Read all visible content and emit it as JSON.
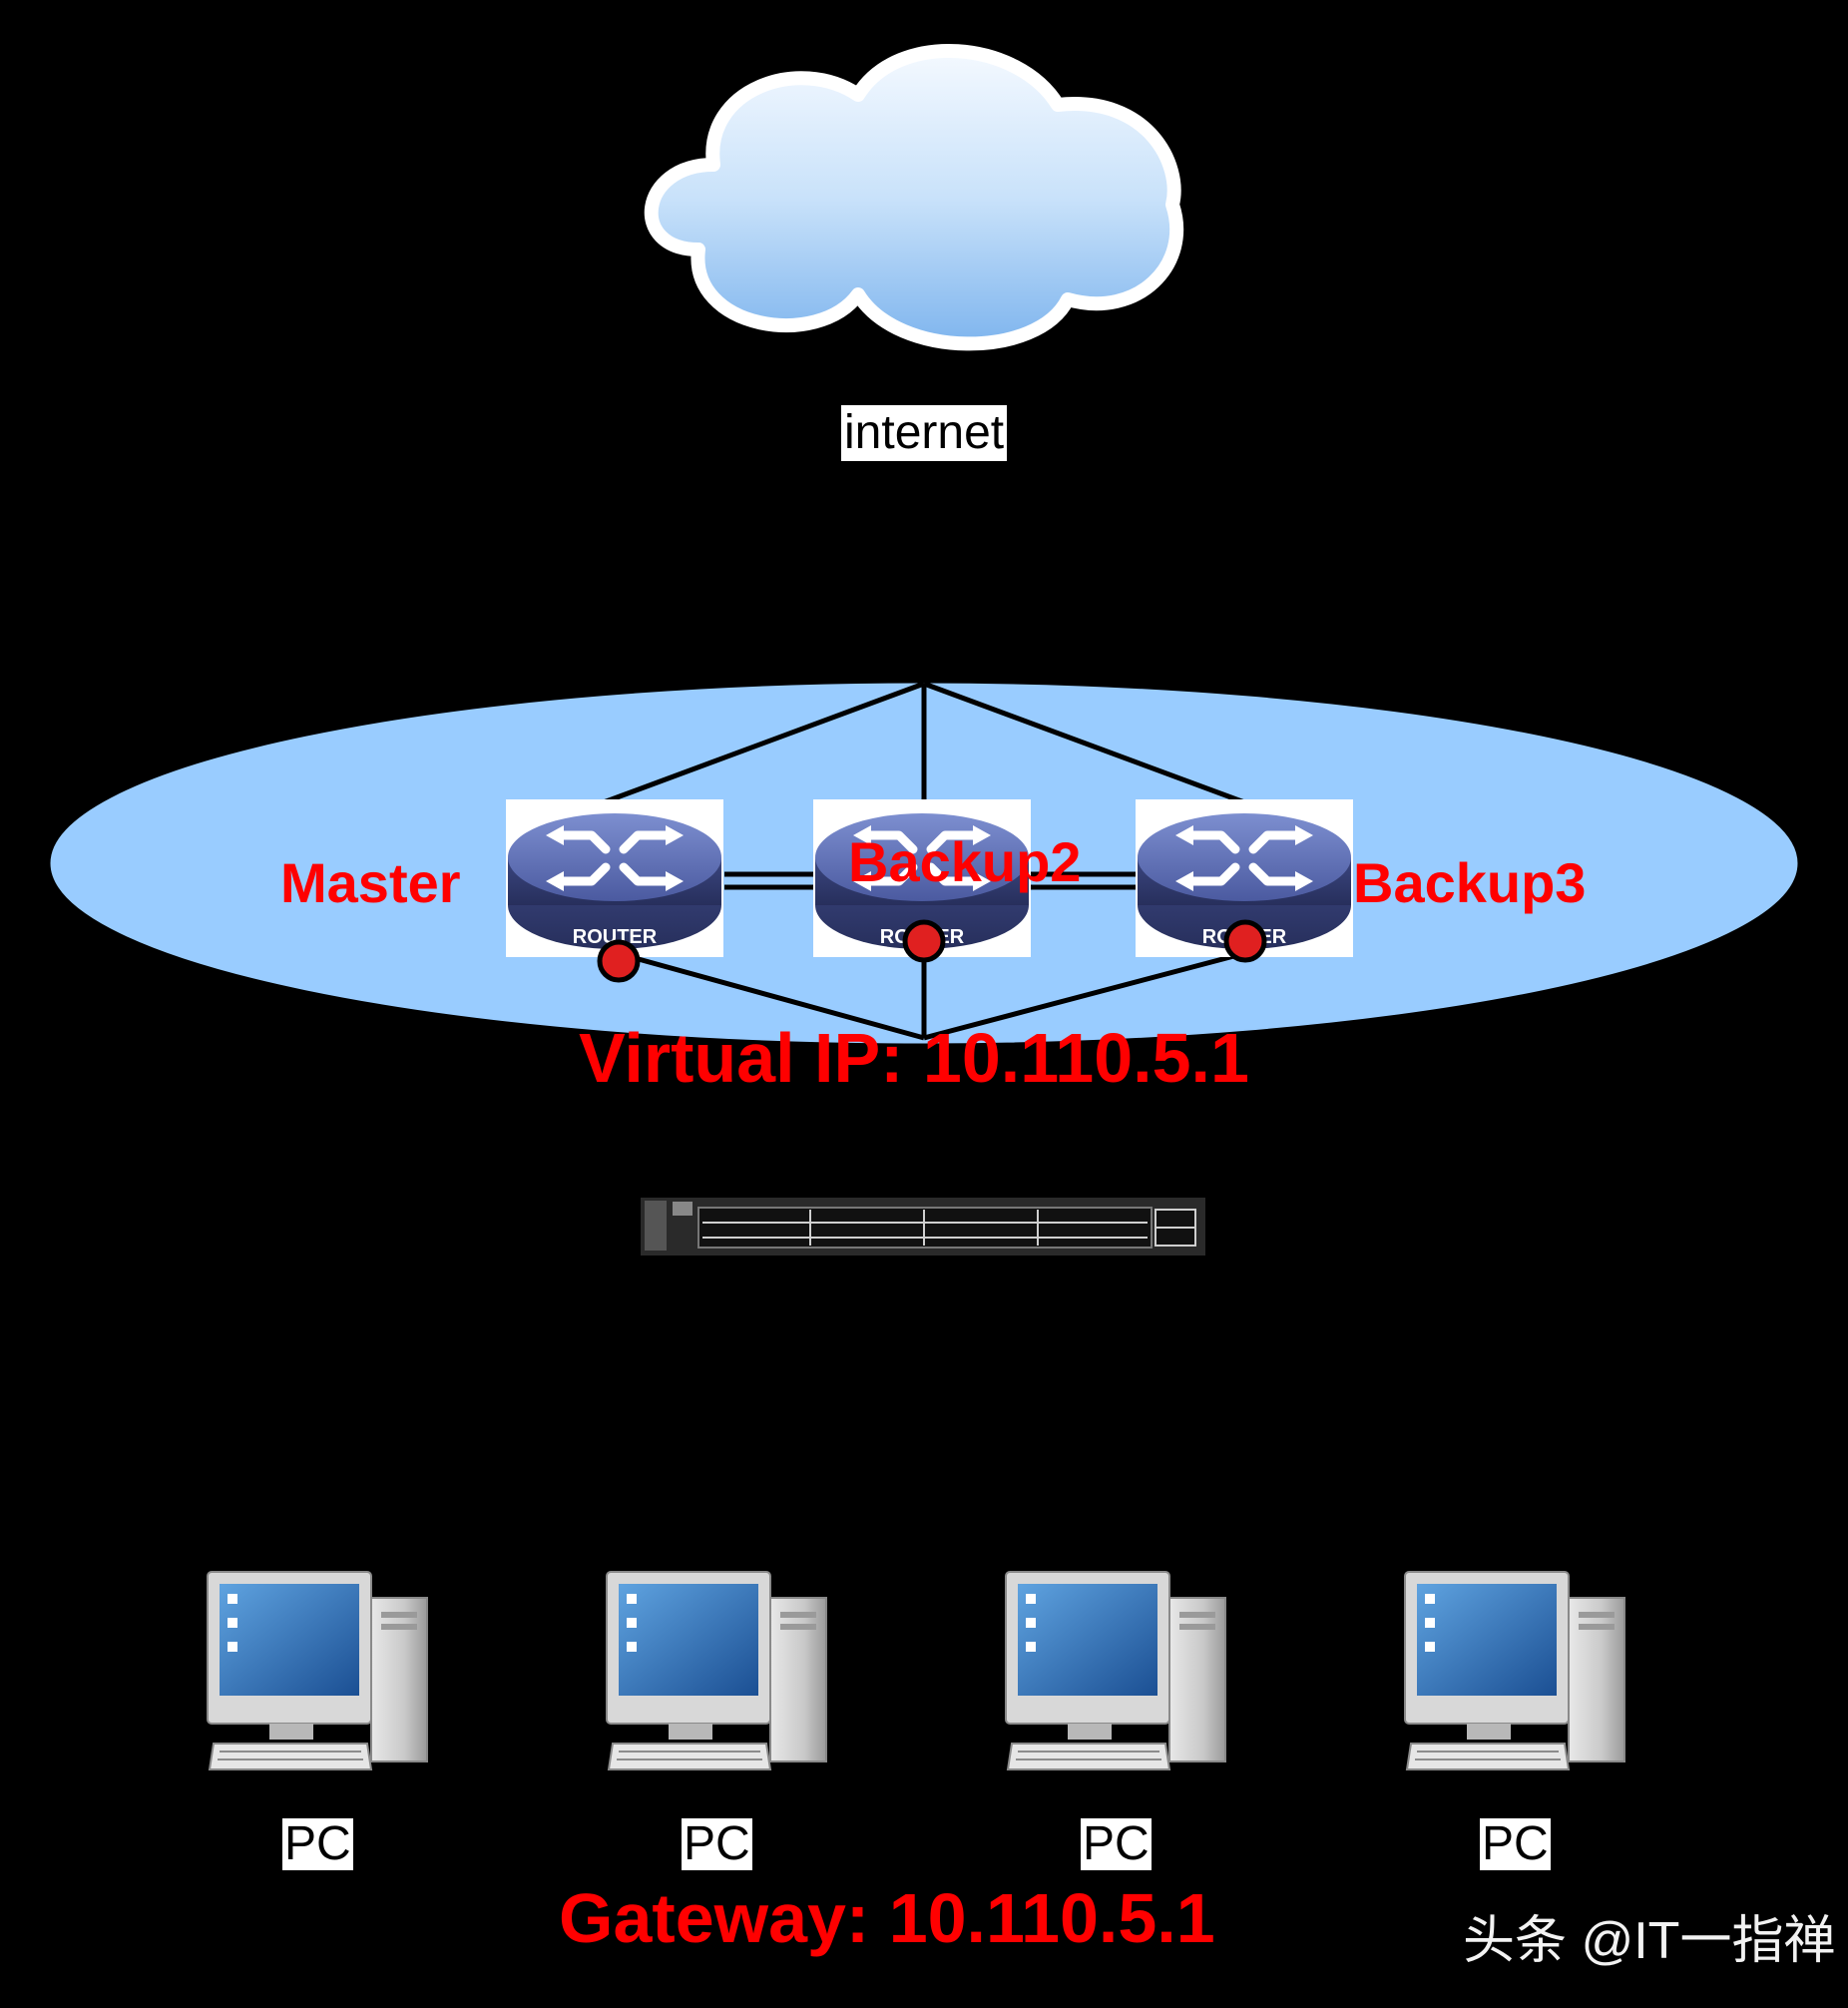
{
  "cloud": {
    "label": "internet"
  },
  "routers": [
    {
      "name": "Master",
      "badge": "ROUTER"
    },
    {
      "name": "Backup2",
      "badge": "ROUTER"
    },
    {
      "name": "Backup3",
      "badge": "ROUTER"
    }
  ],
  "virtual_ip": "Virtual IP: 10.110.5.1",
  "pcs": [
    {
      "label": "PC"
    },
    {
      "label": "PC"
    },
    {
      "label": "PC"
    },
    {
      "label": "PC"
    }
  ],
  "gateway": "Gateway: 10.110.5.1",
  "watermark": "头条 @IT一指禅",
  "colors": {
    "background": "#000000",
    "vrrp_group_fill": "#99ccff",
    "label_red": "#ff0000",
    "router_body": "#4a5a9c",
    "active_dot": "#e02020",
    "cloud_fill": "#a9d1f7"
  }
}
